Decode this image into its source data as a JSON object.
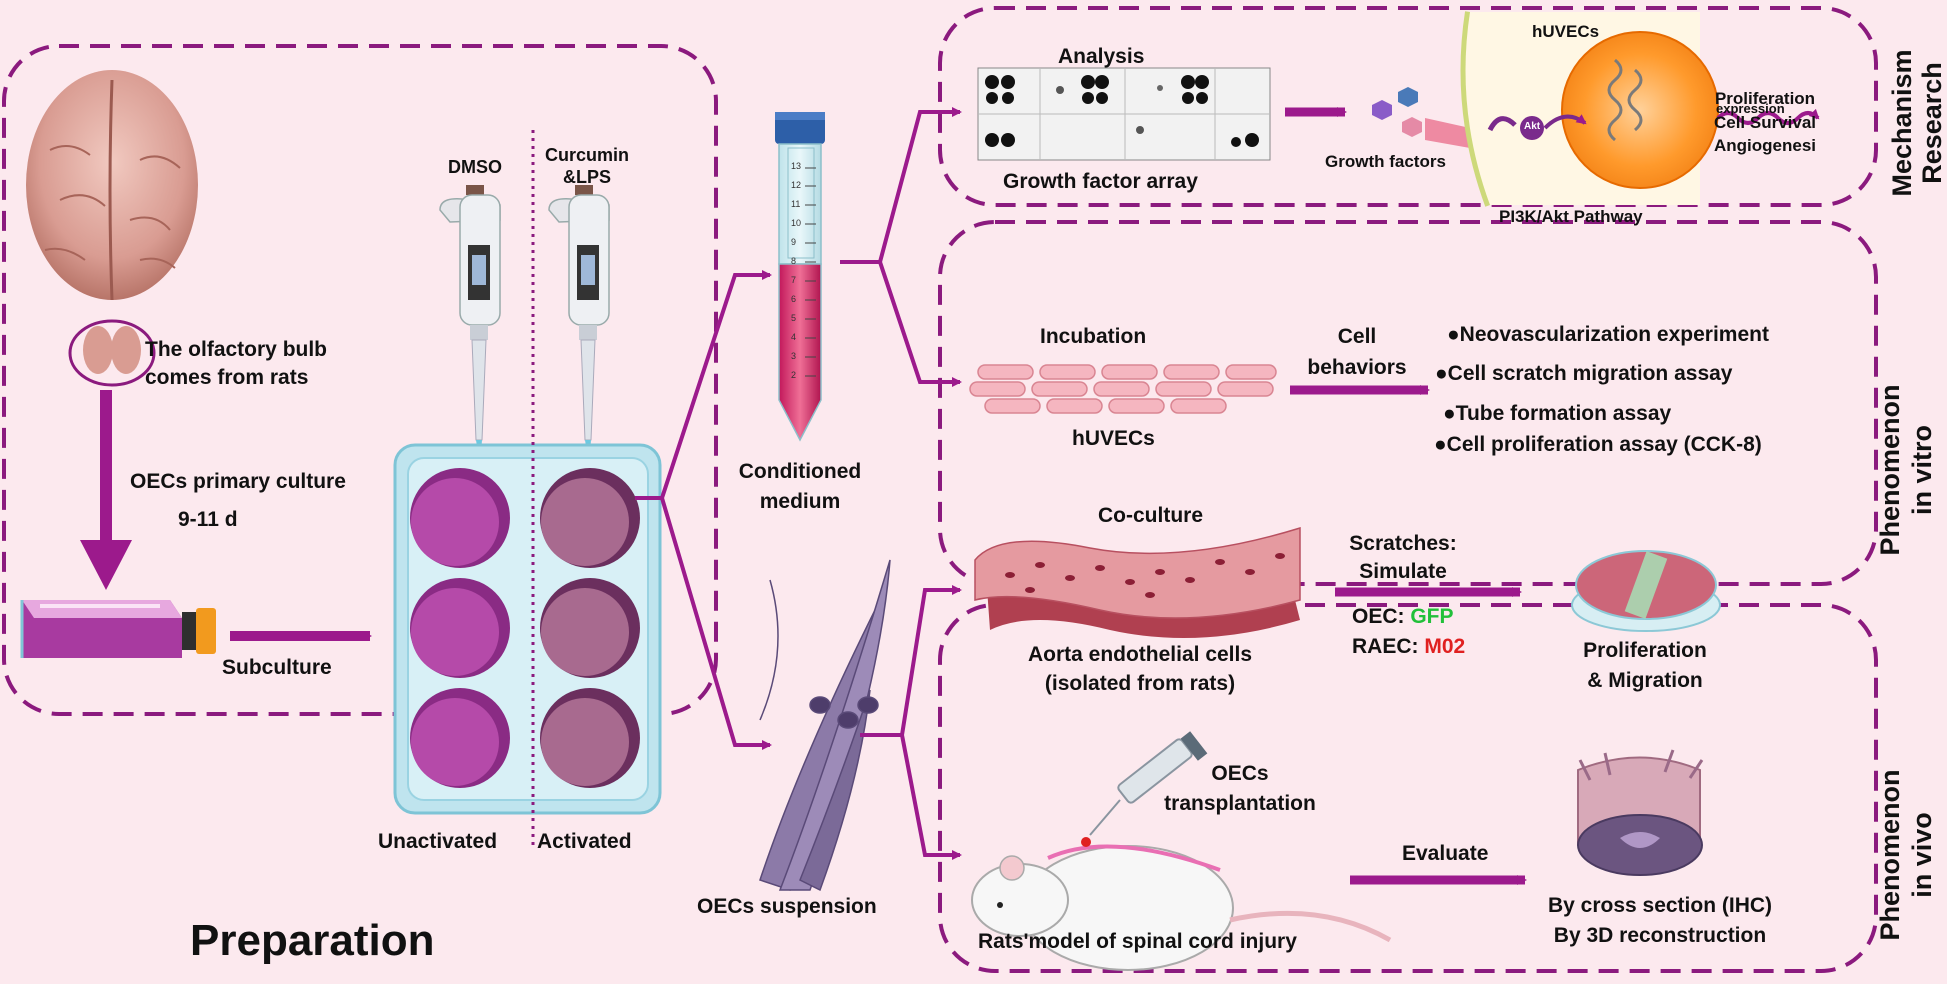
{
  "colors": {
    "background": "#fce9ee",
    "frame": "#8b1a7e",
    "arrow": "#9c1a8c",
    "gfp": "#22c03a",
    "m02": "#e02020"
  },
  "preparation": {
    "title": "Preparation",
    "bulb_line1": "The olfactory bulb",
    "bulb_line2": "comes from rats",
    "culture_line1": "OECs primary culture",
    "culture_line2": "9-11 d",
    "subculture": "Subculture",
    "dmso": "DMSO",
    "curcumin_line1": "Curcumin",
    "curcumin_line2": "&LPS",
    "unactivated": "Unactivated",
    "activated": "Activated"
  },
  "middle": {
    "tube_ticks": [
      "13",
      "12",
      "11",
      "10",
      "9",
      "8",
      "7",
      "6",
      "5",
      "4",
      "3",
      "2"
    ],
    "conditioned_line1": "Conditioned",
    "conditioned_line2": "medium",
    "suspension": "OECs suspension"
  },
  "mechanism": {
    "side_line1": "Mechanism",
    "side_line2": "Research",
    "analysis": "Analysis",
    "array": "Growth factor array",
    "growth_factors": "Growth factors",
    "huvecs": "hUVECs",
    "pathway": "PI3K/Akt Pathway",
    "akt": "Akt",
    "expression": "expression",
    "outcomes": [
      "Proliferation",
      "Cell Survival",
      "Angiogenesi"
    ]
  },
  "in_vitro": {
    "side_line1": "Phenomenon",
    "side_line2": "in vitro",
    "incubation": "Incubation",
    "huvecs": "hUVECs",
    "cell_line1": "Cell",
    "cell_line2": "behaviors",
    "assays": [
      "●Neovascularization experiment",
      "●Cell scratch migration assay",
      "●Tube formation assay",
      "●Cell proliferation assay (CCK-8)"
    ],
    "coculture": "Co-culture",
    "aorta_line1": "Aorta endothelial cells",
    "aorta_line2": "(isolated from rats)",
    "scratches_line1": "Scratches:",
    "scratches_line2": "Simulate",
    "oec_label": "OEC: ",
    "oec_value": "GFP",
    "raec_label": "RAEC: ",
    "raec_value": "M02",
    "prolif_line1": "Proliferation",
    "prolif_line2": "& Migration"
  },
  "in_vivo": {
    "side_line1": "Phenomenon",
    "side_line2": "in vivo",
    "transplant_line1": "OECs",
    "transplant_line2": "transplantation",
    "rats_model": "Rats'model of spinal cord injury",
    "evaluate": "Evaluate",
    "eval_line1": "By cross section (IHC)",
    "eval_line2": "By 3D reconstruction"
  }
}
